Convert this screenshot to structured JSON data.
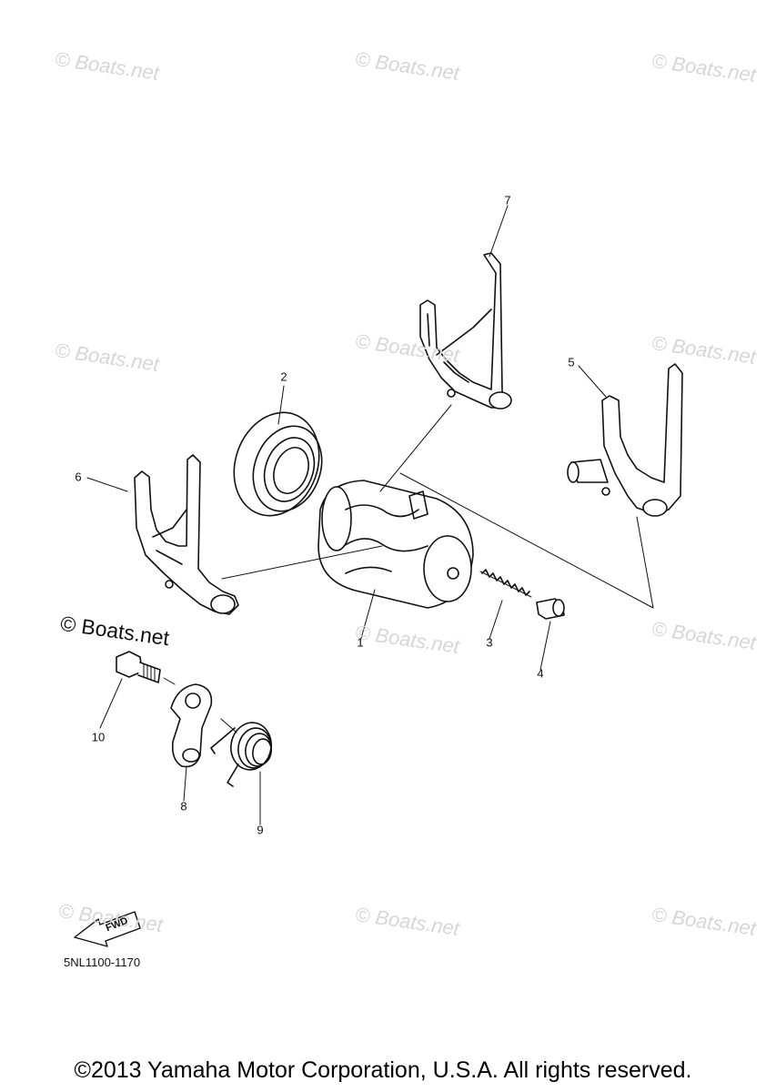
{
  "watermarks": {
    "text": "© Boats.net",
    "light": [
      {
        "id": "wm-1"
      },
      {
        "id": "wm-2"
      },
      {
        "id": "wm-3"
      },
      {
        "id": "wm-4"
      },
      {
        "id": "wm-5"
      },
      {
        "id": "wm-6"
      },
      {
        "id": "wm-7"
      },
      {
        "id": "wm-8"
      },
      {
        "id": "wm-9"
      },
      {
        "id": "wm-10"
      },
      {
        "id": "wm-11"
      }
    ]
  },
  "callouts": [
    "1",
    "2",
    "3",
    "4",
    "5",
    "6",
    "7",
    "8",
    "9",
    "10"
  ],
  "fwd_label": "FWD",
  "diagram_code": "5NL1100-1170",
  "copyright": "©2013 Yamaha Motor Corporation, U.S.A. All rights reserved."
}
